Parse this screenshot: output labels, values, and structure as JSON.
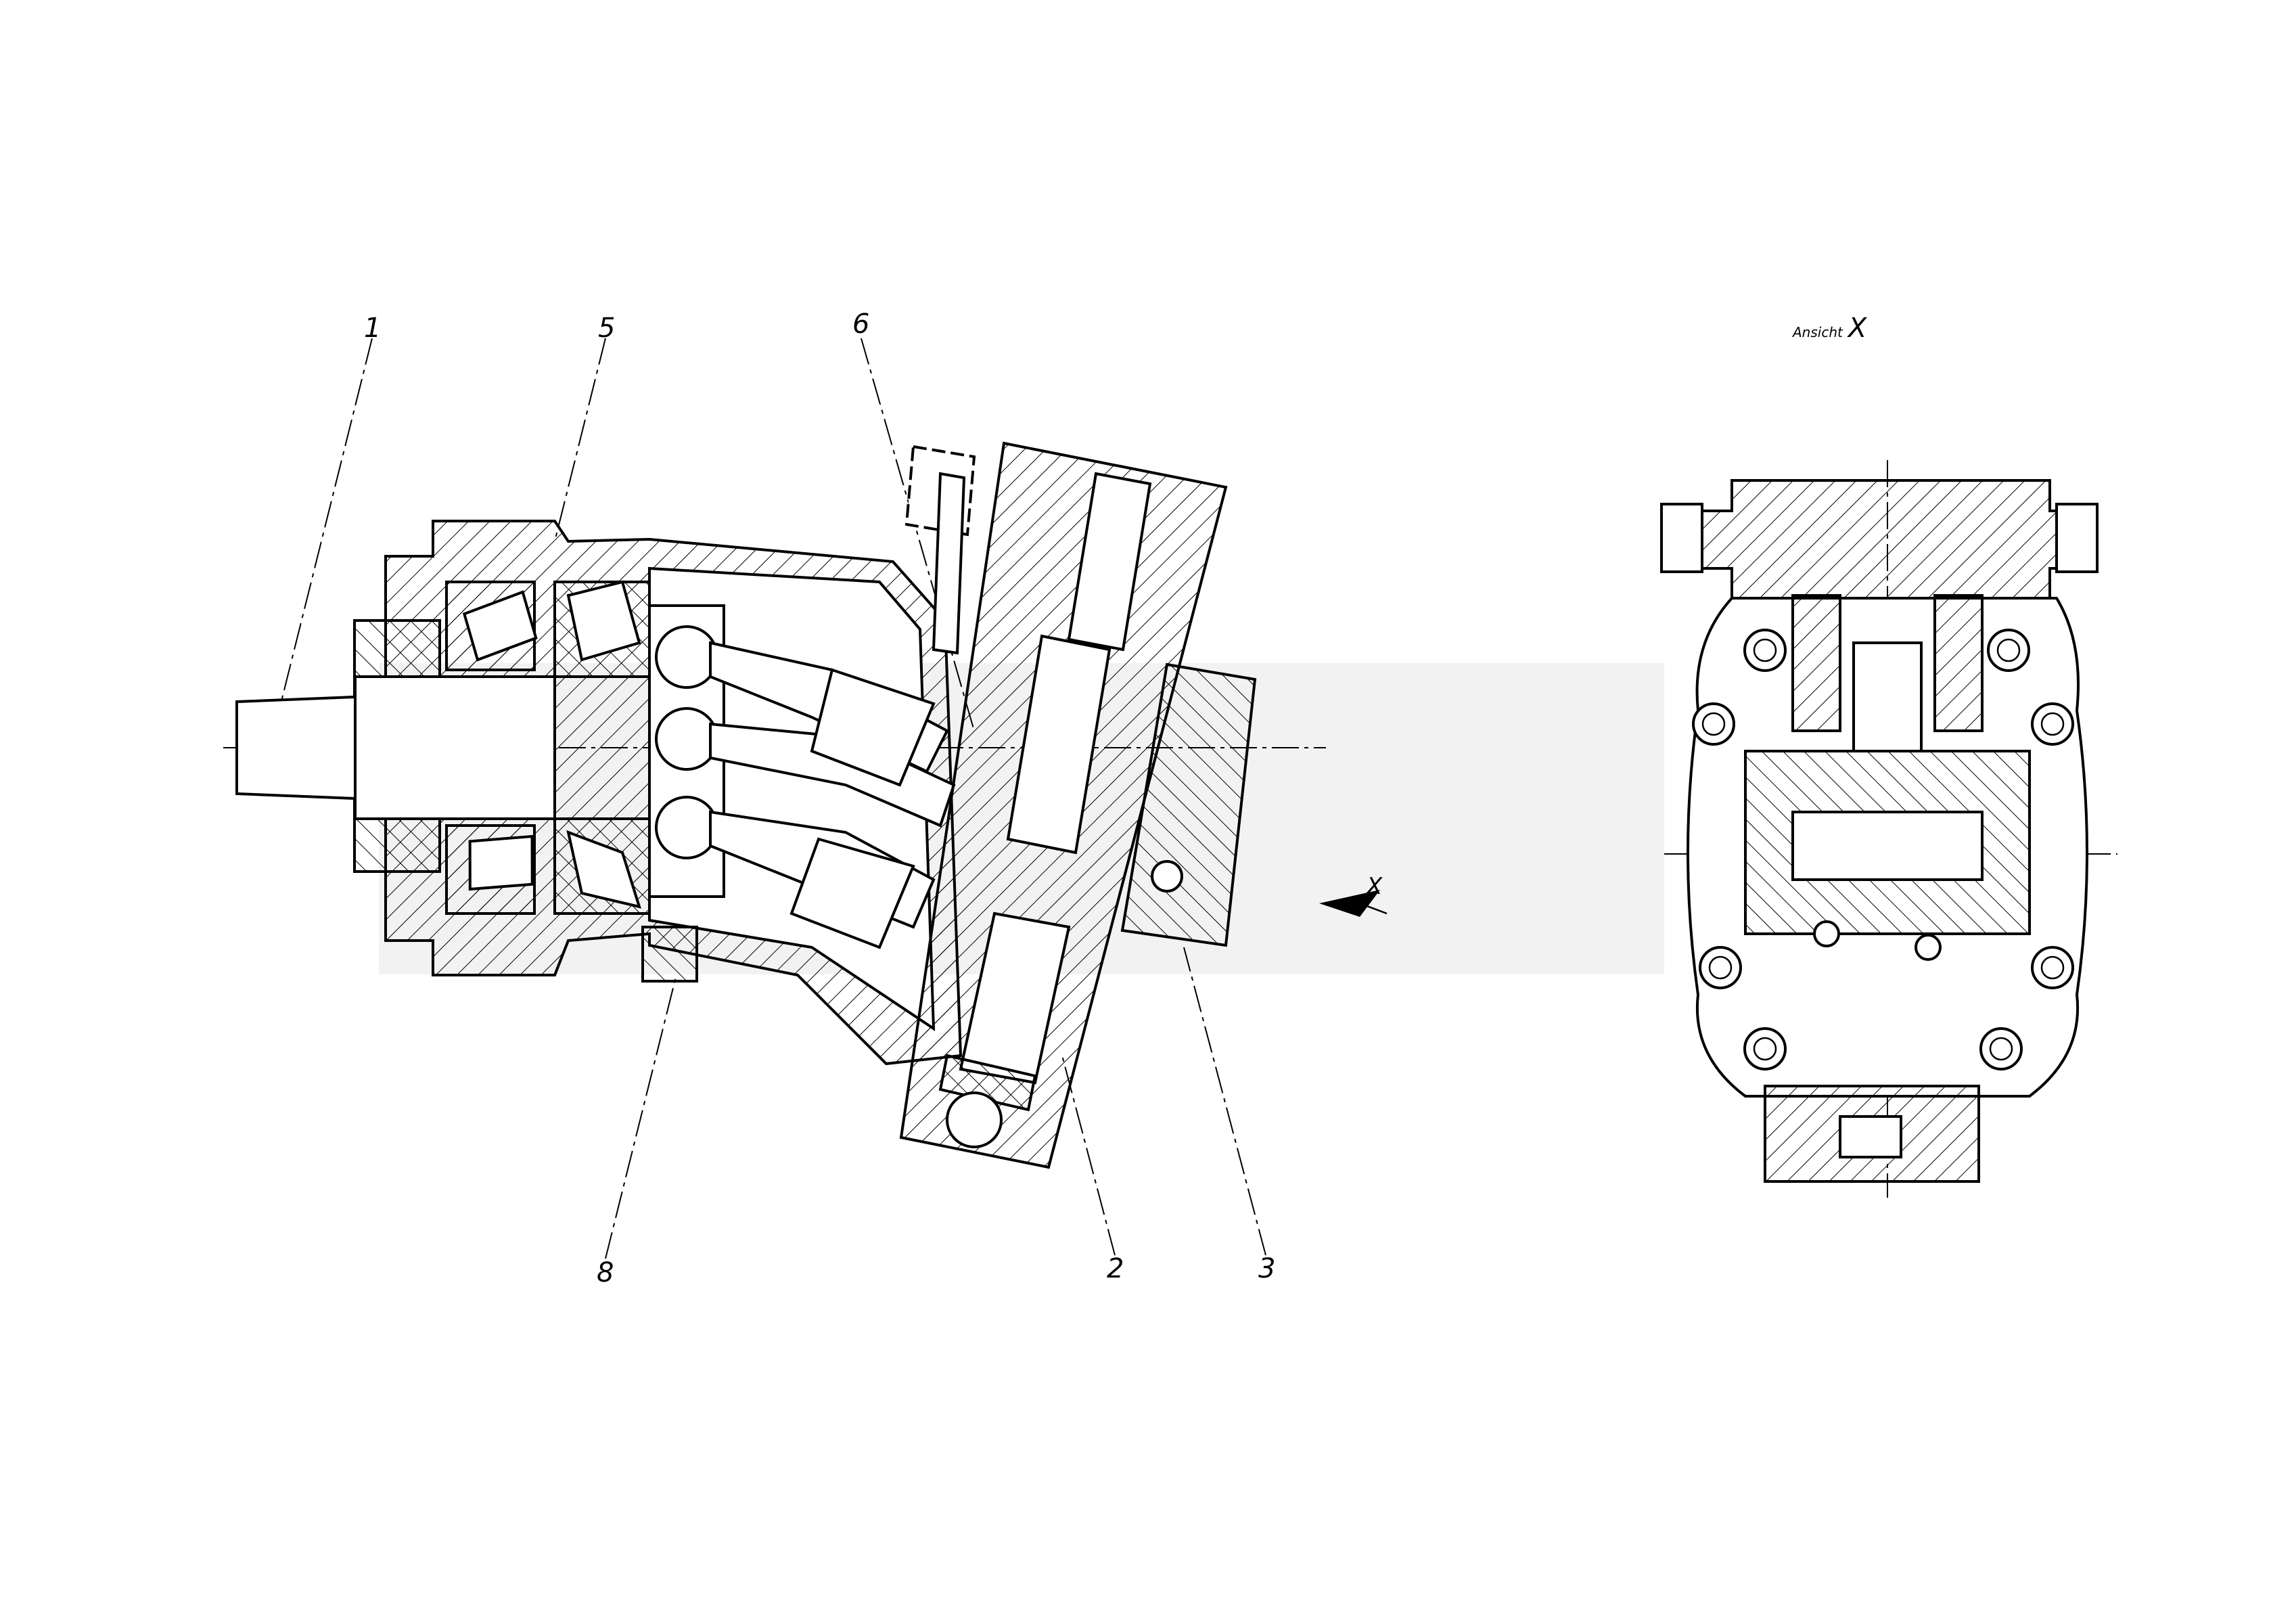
{
  "drawing": {
    "view_title": "Ansicht",
    "view_letter": "X",
    "arrow_label": "X",
    "part_labels": [
      "1",
      "5",
      "6",
      "8",
      "2",
      "3"
    ]
  }
}
